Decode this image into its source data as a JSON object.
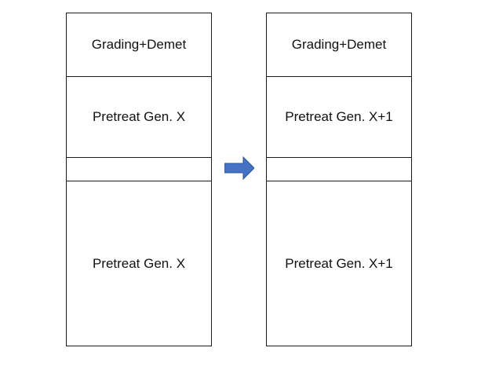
{
  "left_stack": {
    "top_label": "Grading+Demet",
    "middle_label": "Pretreat Gen. X",
    "gap_label": "",
    "bottom_label": "Pretreat Gen. X"
  },
  "right_stack": {
    "top_label": "Grading+Demet",
    "middle_label": "Pretreat Gen. X+1",
    "gap_label": "",
    "bottom_label": "Pretreat Gen. X+1"
  },
  "arrow": {
    "icon": "right-arrow-icon",
    "color": "#4472c4"
  }
}
